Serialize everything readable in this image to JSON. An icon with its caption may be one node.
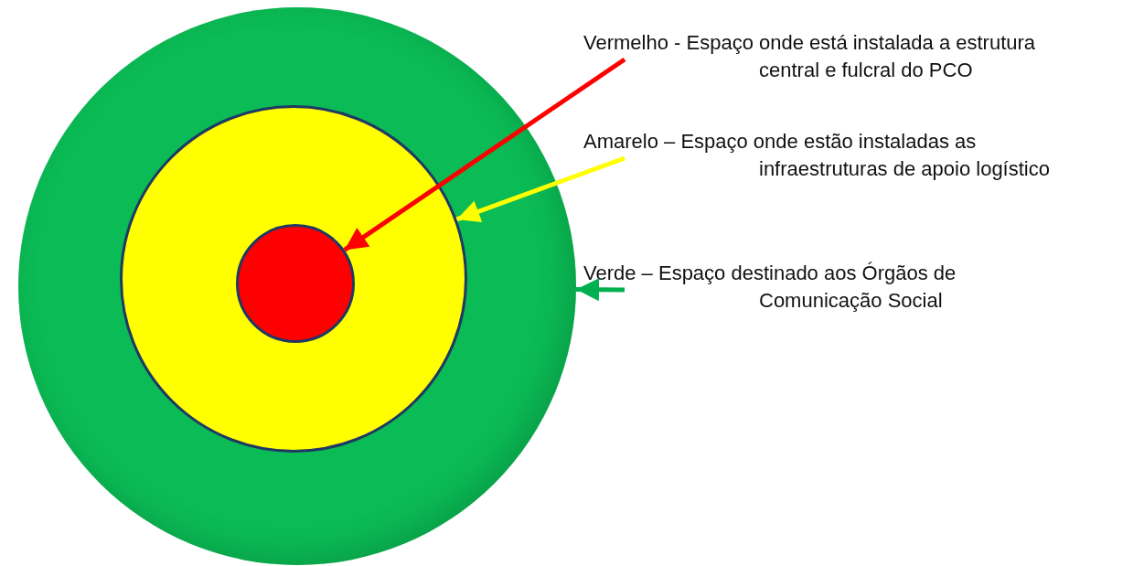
{
  "diagram": {
    "nodes": [
      {
        "text": [],
        "shape": "circle"
      },
      {
        "text": [],
        "shape": "circle",
        "in": 0
      },
      {
        "text": [],
        "shape": "circle",
        "in": 1
      },
      {
        "text": [
          "Vermelho - Espaço onde está instalada a estrutura central e fulcral do PCO"
        ]
      },
      {
        "text": [
          "Amarelo – Espaço onde estão instaladas as infraestruturas de apoio logístico"
        ]
      },
      {
        "text": [
          "Verde – Espaço destinado aos Órgãos de Comunicação Social"
        ]
      }
    ],
    "edges": [
      {
        "from": 3,
        "to": 2,
        "arrow": "to",
        "color": "#ff0000"
      },
      {
        "from": 4,
        "to": 1,
        "arrow": "to",
        "color": "#ffff00"
      },
      {
        "from": 5,
        "to": 0,
        "arrow": "to",
        "color": "#00b050"
      }
    ]
  }
}
